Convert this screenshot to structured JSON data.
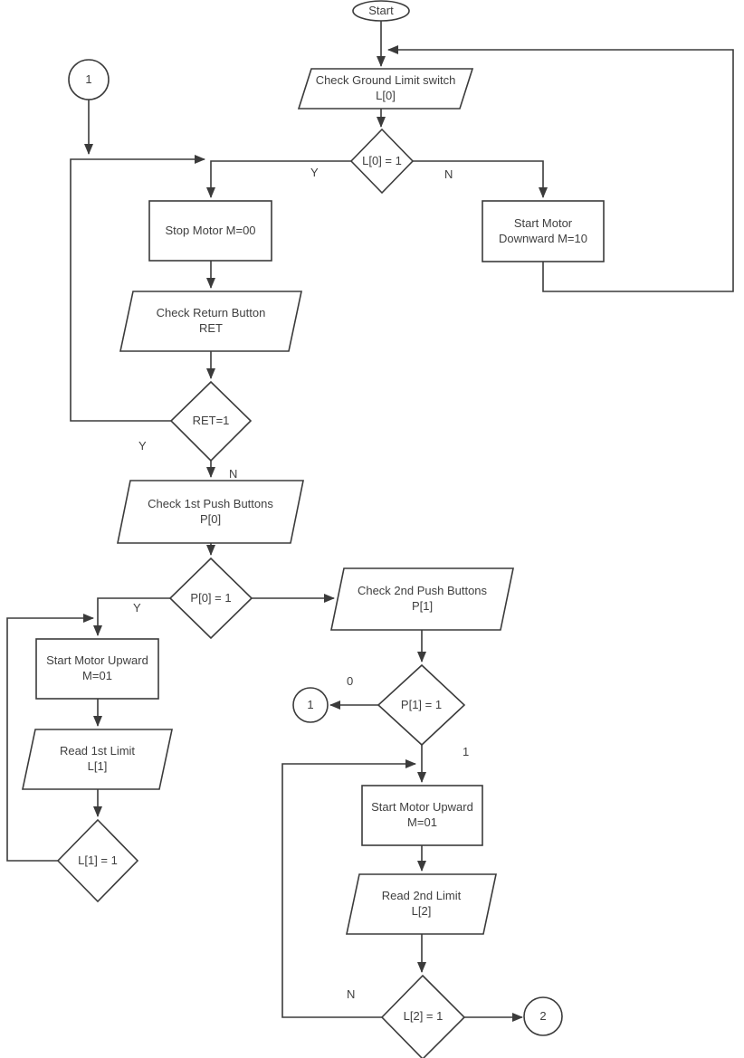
{
  "diagram": {
    "type": "flowchart",
    "colors": {
      "stroke": "#3b3b3b",
      "text": "#3f3f3f",
      "background": "#ffffff"
    },
    "nodes": {
      "start": {
        "label": "Start"
      },
      "connector_1_top": {
        "label": "1"
      },
      "io_check_ground": {
        "label": "Check Ground Limit switch\nL[0]"
      },
      "decision_l0": {
        "label": "L[0] = 1"
      },
      "process_stop_motor": {
        "label": "Stop Motor M=00"
      },
      "process_start_down": {
        "label": "Start Motor\nDownward M=10"
      },
      "io_check_return": {
        "label": "Check Return Button\nRET"
      },
      "decision_ret": {
        "label": "RET=1"
      },
      "io_check_p0": {
        "label": "Check 1st Push Buttons\nP[0]"
      },
      "decision_p0": {
        "label": "P[0] = 1"
      },
      "process_start_up_left": {
        "label": "Start Motor Upward\nM=01"
      },
      "io_read_l1": {
        "label": "Read 1st Limit\nL[1]"
      },
      "decision_l1": {
        "label": "L[1] = 1"
      },
      "io_check_p1": {
        "label": "Check 2nd Push Buttons\nP[1]"
      },
      "decision_p1": {
        "label": "P[1] = 1"
      },
      "connector_1_mid": {
        "label": "1"
      },
      "process_start_up_right": {
        "label": "Start Motor Upward\nM=01"
      },
      "io_read_l2": {
        "label": "Read 2nd Limit\nL[2]"
      },
      "decision_l2": {
        "label": "L[2] = 1"
      },
      "connector_2": {
        "label": "2"
      }
    },
    "edge_labels": {
      "l0_yes": "Y",
      "l0_no": "N",
      "ret_yes": "Y",
      "ret_no": "N",
      "p0_yes": "Y",
      "p1_zero": "0",
      "p1_one": "1",
      "l2_no": "N"
    }
  }
}
